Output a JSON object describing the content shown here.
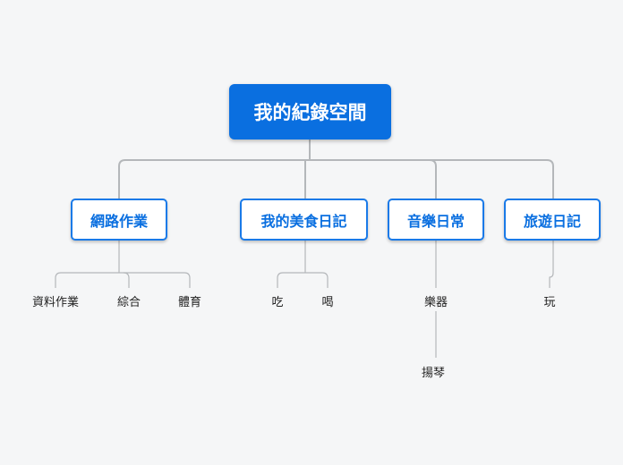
{
  "root": {
    "label": "我的紀錄空間"
  },
  "branches": [
    {
      "label": "網路作業",
      "children": [
        "資料作業",
        "綜合",
        "體育"
      ]
    },
    {
      "label": "我的美食日記",
      "children": [
        "吃",
        "喝"
      ]
    },
    {
      "label": "音樂日常",
      "children": [
        "樂器",
        "揚琴"
      ]
    },
    {
      "label": "旅遊日記",
      "children": [
        "玩"
      ]
    }
  ],
  "colors": {
    "accent": "#0a6fe0",
    "connector": "#b4b7ba",
    "background": "#f5f6f7"
  }
}
